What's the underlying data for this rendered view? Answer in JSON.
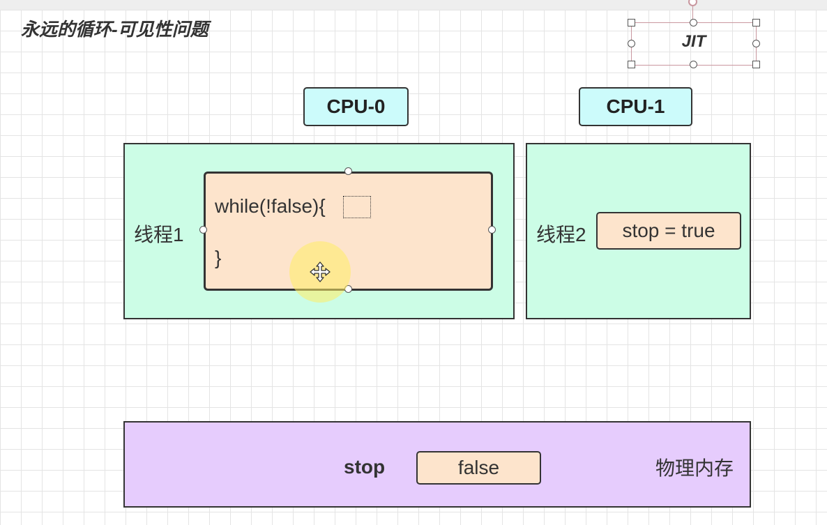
{
  "slide": {
    "title": "永远的循环-可见性问题",
    "jit_label": "JIT"
  },
  "cpus": [
    {
      "label": "CPU-0"
    },
    {
      "label": "CPU-1"
    }
  ],
  "thread1": {
    "label": "线程1",
    "code_line1": "while(!false){",
    "code_line2": "}"
  },
  "thread2": {
    "label": "线程2",
    "value": "stop = true"
  },
  "memory": {
    "var_name": "stop",
    "var_value": "false",
    "label": "物理内存"
  },
  "icons": {
    "cursor": "move-cursor-icon"
  },
  "colors": {
    "cpu_fill": "#ccfbfb",
    "thread_fill": "#ccfde6",
    "code_fill": "#fde4cc",
    "memory_fill": "#e6ccfd",
    "selection": "#c9979f"
  }
}
